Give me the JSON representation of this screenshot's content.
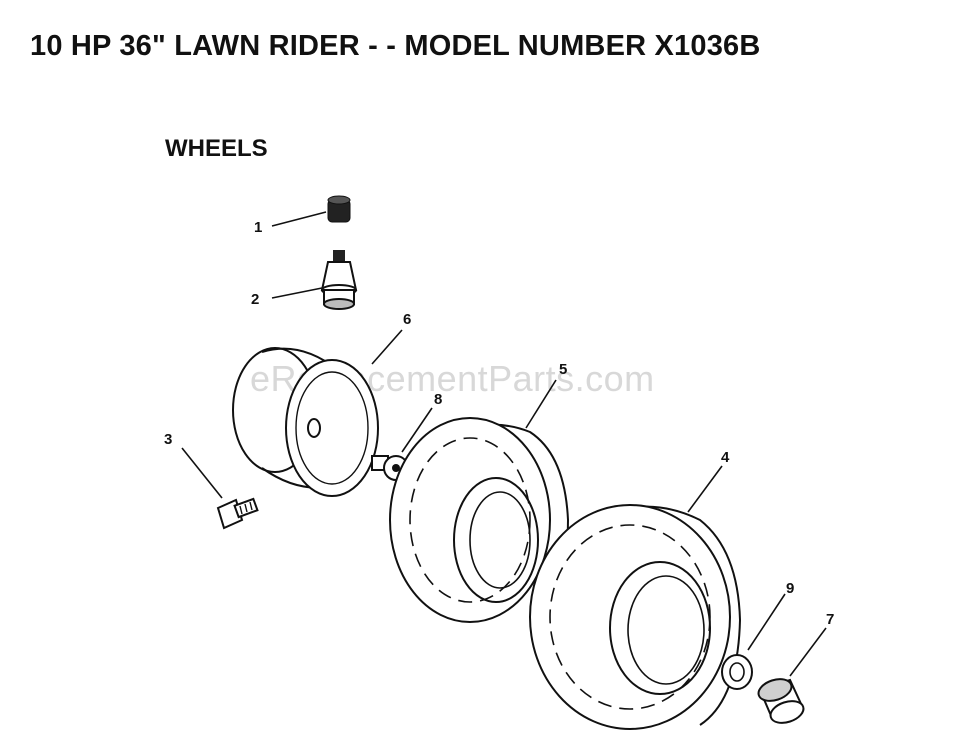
{
  "title": "10 HP 36\" LAWN RIDER - - MODEL NUMBER X1036B",
  "section": "WHEELS",
  "watermark": "eReplacementParts.com",
  "callouts": [
    {
      "label": "1",
      "part": "valve-cap"
    },
    {
      "label": "2",
      "part": "valve-stem"
    },
    {
      "label": "3",
      "part": "bolt"
    },
    {
      "label": "4",
      "part": "tire-front"
    },
    {
      "label": "5",
      "part": "tire-rear"
    },
    {
      "label": "6",
      "part": "rim"
    },
    {
      "label": "7",
      "part": "bushing"
    },
    {
      "label": "8",
      "part": "grease-fitting"
    },
    {
      "label": "9",
      "part": "washer"
    }
  ]
}
